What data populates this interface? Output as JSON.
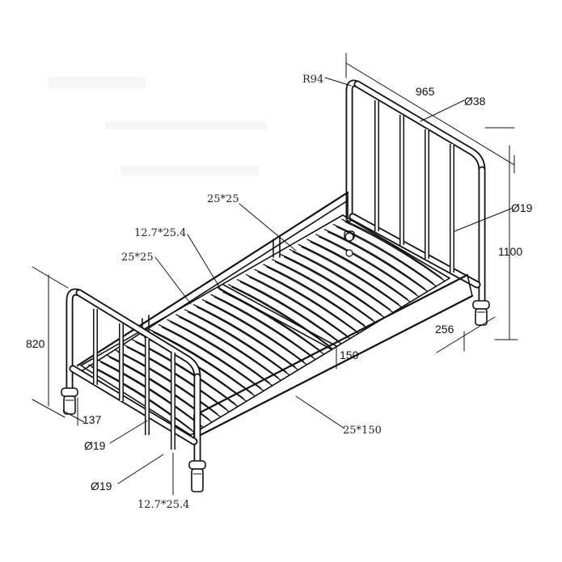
{
  "diagram": {
    "subject": "single metal bed frame with slatted base",
    "dimensions": {
      "corner_radius": "R94",
      "width": "965",
      "headboard_tube": "Ø38",
      "headboard_bar": "Ø19",
      "headboard_height": "1100",
      "leg_offset": "256",
      "footboard_height": "820",
      "side_rail_label_top": "25*25",
      "slat_section_left": "12.7*25.4",
      "end_rail_left": "25*25",
      "rail_drop": "150",
      "side_rail": "25*150",
      "foot_leg_height": "137",
      "footboard_tube_a": "Ø19",
      "footboard_tube_b": "Ø19",
      "footboard_slat_bottom": "12.7*25.4"
    }
  }
}
